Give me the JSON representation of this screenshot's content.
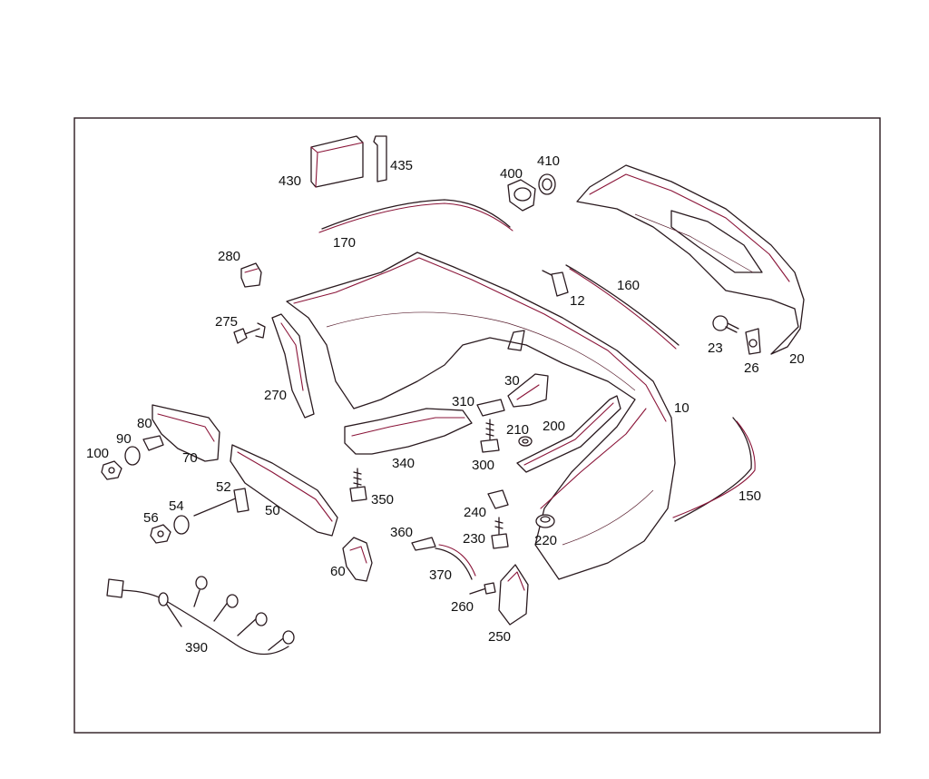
{
  "labels": {
    "p430": "430",
    "p435": "435",
    "p400": "400",
    "p410": "410",
    "p170": "170",
    "p280": "280",
    "p12": "12",
    "p160": "160",
    "p275": "275",
    "p23": "23",
    "p26": "26",
    "p20": "20",
    "p270": "270",
    "p30": "30",
    "p10": "10",
    "p310": "310",
    "p210": "210",
    "p200": "200",
    "p80": "80",
    "p90": "90",
    "p100": "100",
    "p70": "70",
    "p300": "300",
    "p340": "340",
    "p52": "52",
    "p54": "54",
    "p56": "56",
    "p50": "50",
    "p350": "350",
    "p240": "240",
    "p150": "150",
    "p360": "360",
    "p230": "230",
    "p220": "220",
    "p60": "60",
    "p370": "370",
    "p260": "260",
    "p250": "250",
    "p390": "390"
  }
}
